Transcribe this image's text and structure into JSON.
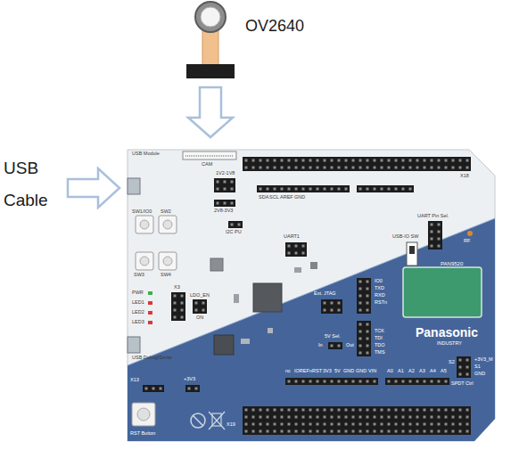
{
  "diagram": {
    "nodes": [
      {
        "text": [
          "OV2640"
        ]
      },
      {
        "text": [
          "USB Module",
          "CAM",
          "1V2-1V8",
          "2V8-3V3",
          "X18",
          "SDA",
          "SCL",
          "AREF",
          "GND",
          "SW1/IO0",
          "SW2",
          "SW3",
          "SW4",
          "I2C PU",
          "UART1",
          "UART Pin Sel.",
          "USB-IO SW",
          "RF",
          "PAN9520",
          "PWR",
          "LED1",
          "LED2",
          "LED3",
          "X3",
          "LDO_EN",
          "ON",
          "Ext. JTAG",
          "IO0",
          "TXD",
          "RXD",
          "RSTn",
          "TCK",
          "TDI",
          "TDO",
          "TMS",
          "Panasonic",
          "INDUSTRY",
          "USB Debug/Serial",
          "5V Sel.",
          "In",
          "Out",
          "X13",
          "+3V3",
          "nc",
          "IOREF",
          "nRST",
          "3V3",
          "5V",
          "GND",
          "GND",
          "VIN",
          "A0",
          "A1",
          "A2",
          "A3",
          "A4",
          "A5",
          "S2",
          "+3V3_M",
          "S1",
          "GND",
          "SPDT Ctrl",
          "RST Button",
          "X19"
        ]
      }
    ],
    "edges": [
      {
        "from": 0,
        "to": 1,
        "arrow": "to"
      }
    ],
    "labels": [
      "USB Cable"
    ]
  }
}
